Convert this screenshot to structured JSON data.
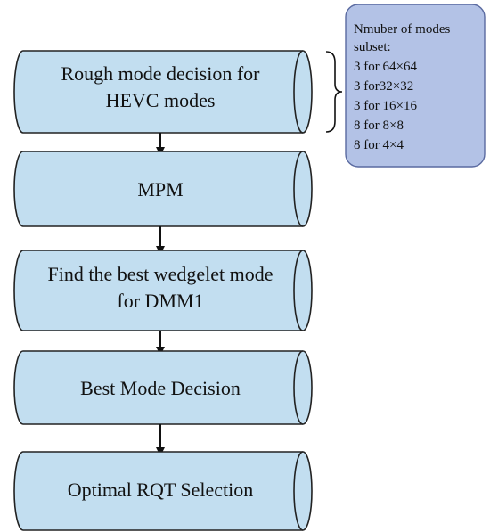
{
  "colors": {
    "cylinder_fill": "#c2def0",
    "cylinder_stroke": "#222222",
    "note_fill": "#b3c2e6",
    "note_stroke": "#5a6aa0",
    "arrow": "#111111"
  },
  "steps": [
    {
      "lines": [
        "Rough mode decision for",
        "HEVC modes"
      ]
    },
    {
      "lines": [
        "MPM"
      ]
    },
    {
      "lines": [
        "Find the best wedgelet mode",
        "for DMM1"
      ]
    },
    {
      "lines": [
        "Best Mode Decision"
      ]
    },
    {
      "lines": [
        "Optimal RQT Selection"
      ]
    }
  ],
  "note": {
    "lines": [
      "Nmuber of modes",
      "subset:",
      "3 for 64×64",
      "3 for32×32",
      "3 for 16×16",
      "8 for 8×8",
      "8 for 4×4"
    ]
  }
}
